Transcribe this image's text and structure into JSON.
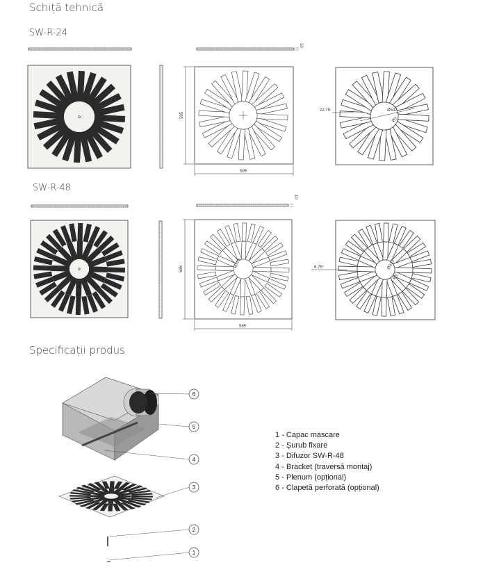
{
  "headings": {
    "tech_drawing": "Schiță tehnică",
    "model_a": "SW-R-24",
    "model_b": "SW-R-48",
    "specs": "Specificații produs"
  },
  "dimensions": {
    "a_thickness": "10",
    "a_height": "595",
    "a_width": "595",
    "a_angle": "22.75",
    "a_diam_outer": "Ø547",
    "a_diam_inner": "Ø7",
    "b_thickness": "10",
    "b_height": "595",
    "b_width": "595",
    "b_angle": "6.75°",
    "b_diam_mid": "Ø373",
    "b_diam_outer": "Ø373",
    "b_diam_inner": "Ø5"
  },
  "callouts": [
    "6",
    "5",
    "4",
    "3",
    "2",
    "1"
  ],
  "legend": [
    "1 - Capac mascare",
    "2 - Șurub fixare",
    "3 - Difuzor SW-R-48",
    "4 - Bracket (traversă montaj)",
    "5 - Plenum (opțional)",
    "6 - Clapetă perforată (opțional)"
  ],
  "colors": {
    "line": "#333333",
    "slot_fill": "#2b2b2b",
    "plate_fill": "#f4f2ee",
    "plenum_front": "#b9b9b9",
    "plenum_side": "#9a9a9a",
    "plenum_top": "#d4d4d4"
  }
}
